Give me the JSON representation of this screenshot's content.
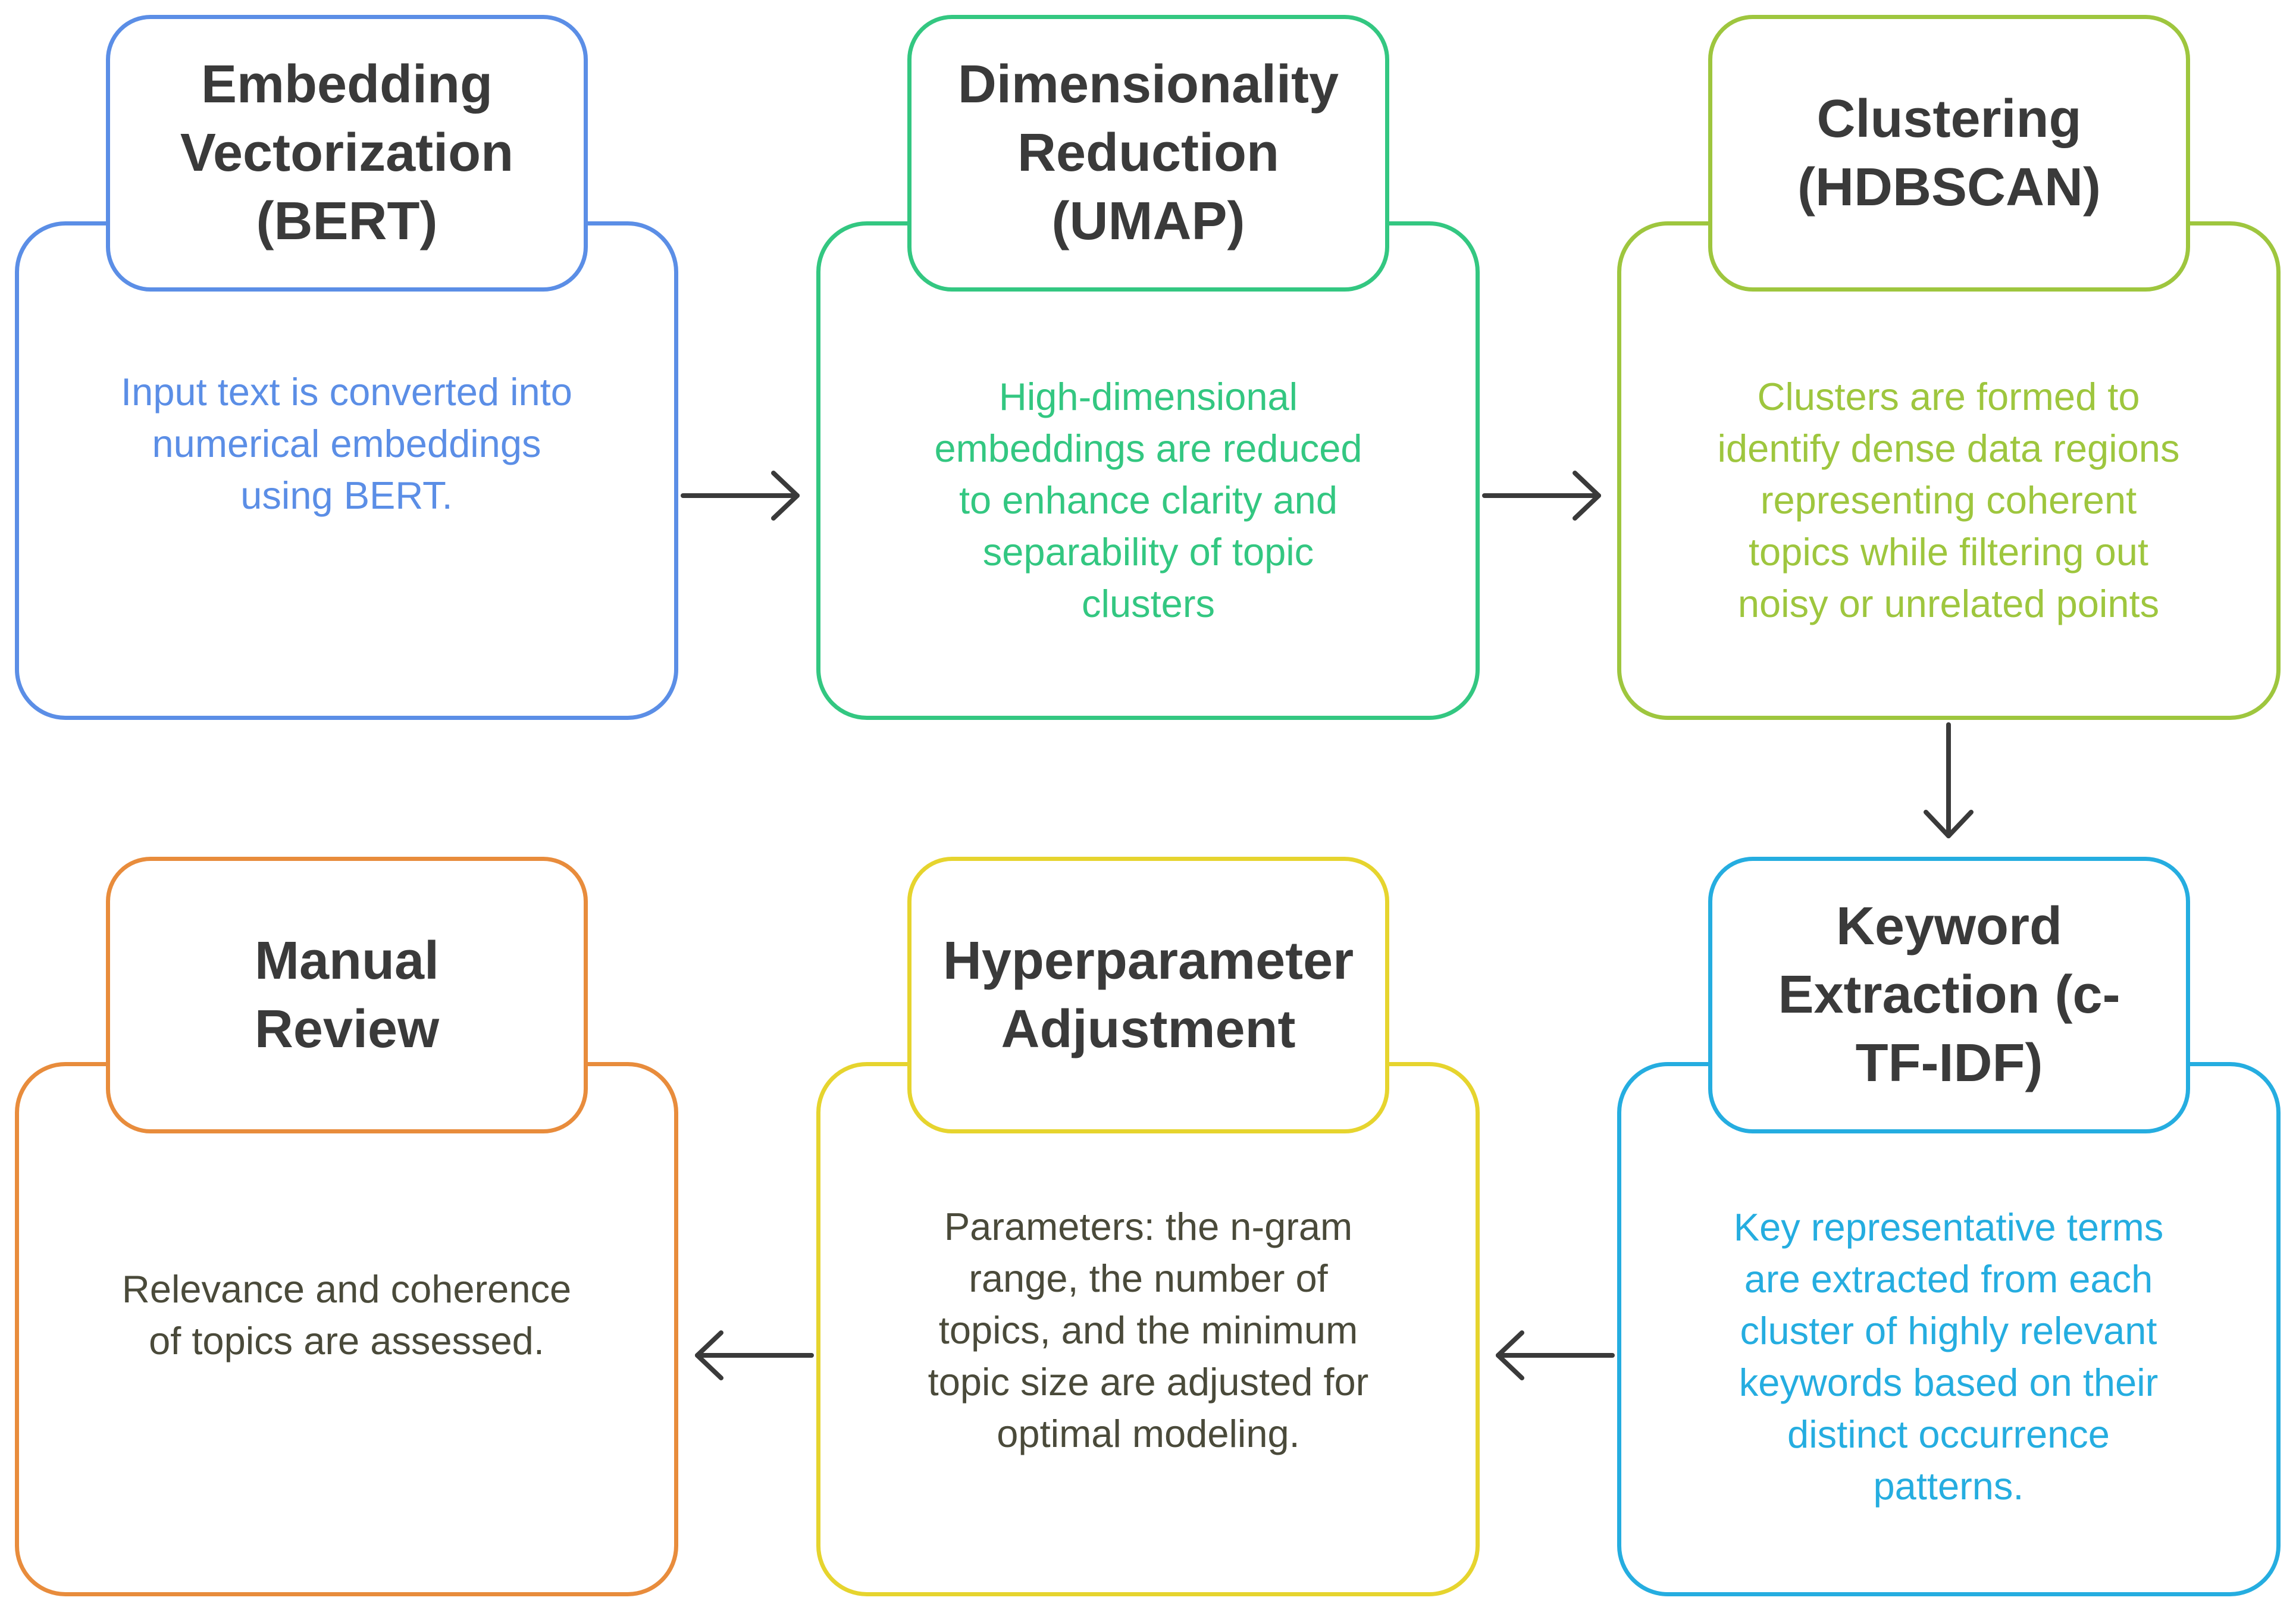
{
  "colors": {
    "blue": "#5b8ee6",
    "green": "#33c781",
    "lime": "#9ec63e",
    "cyan": "#25ade0",
    "yellow": "#e6d42e",
    "orange": "#e88c3c",
    "arrow": "#3a3a3a"
  },
  "steps": [
    {
      "title": "Embedding\nVectorization\n(BERT)",
      "description": "Input text is converted into\nnumerical embeddings\nusing BERT."
    },
    {
      "title": "Dimensionality\nReduction\n(UMAP)",
      "description": "High-dimensional\nembeddings are reduced\nto enhance clarity and\nseparability of topic\nclusters"
    },
    {
      "title": "Clustering\n(HDBSCAN)",
      "description": "Clusters are formed to\nidentify dense data regions\nrepresenting coherent\ntopics while filtering out\nnoisy or unrelated points"
    },
    {
      "title": "Keyword\nExtraction (c-\nTF-IDF)",
      "description": "Key representative terms\nare extracted from each\ncluster of highly relevant\nkeywords based on their\ndistinct occurrence\npatterns."
    },
    {
      "title": "Hyperparameter\nAdjustment",
      "description": "Parameters: the n-gram\nrange, the number of\ntopics, and the minimum\ntopic size are adjusted for\noptimal modeling."
    },
    {
      "title": "Manual\nReview",
      "description": "Relevance and coherence\nof topics are assessed."
    }
  ]
}
